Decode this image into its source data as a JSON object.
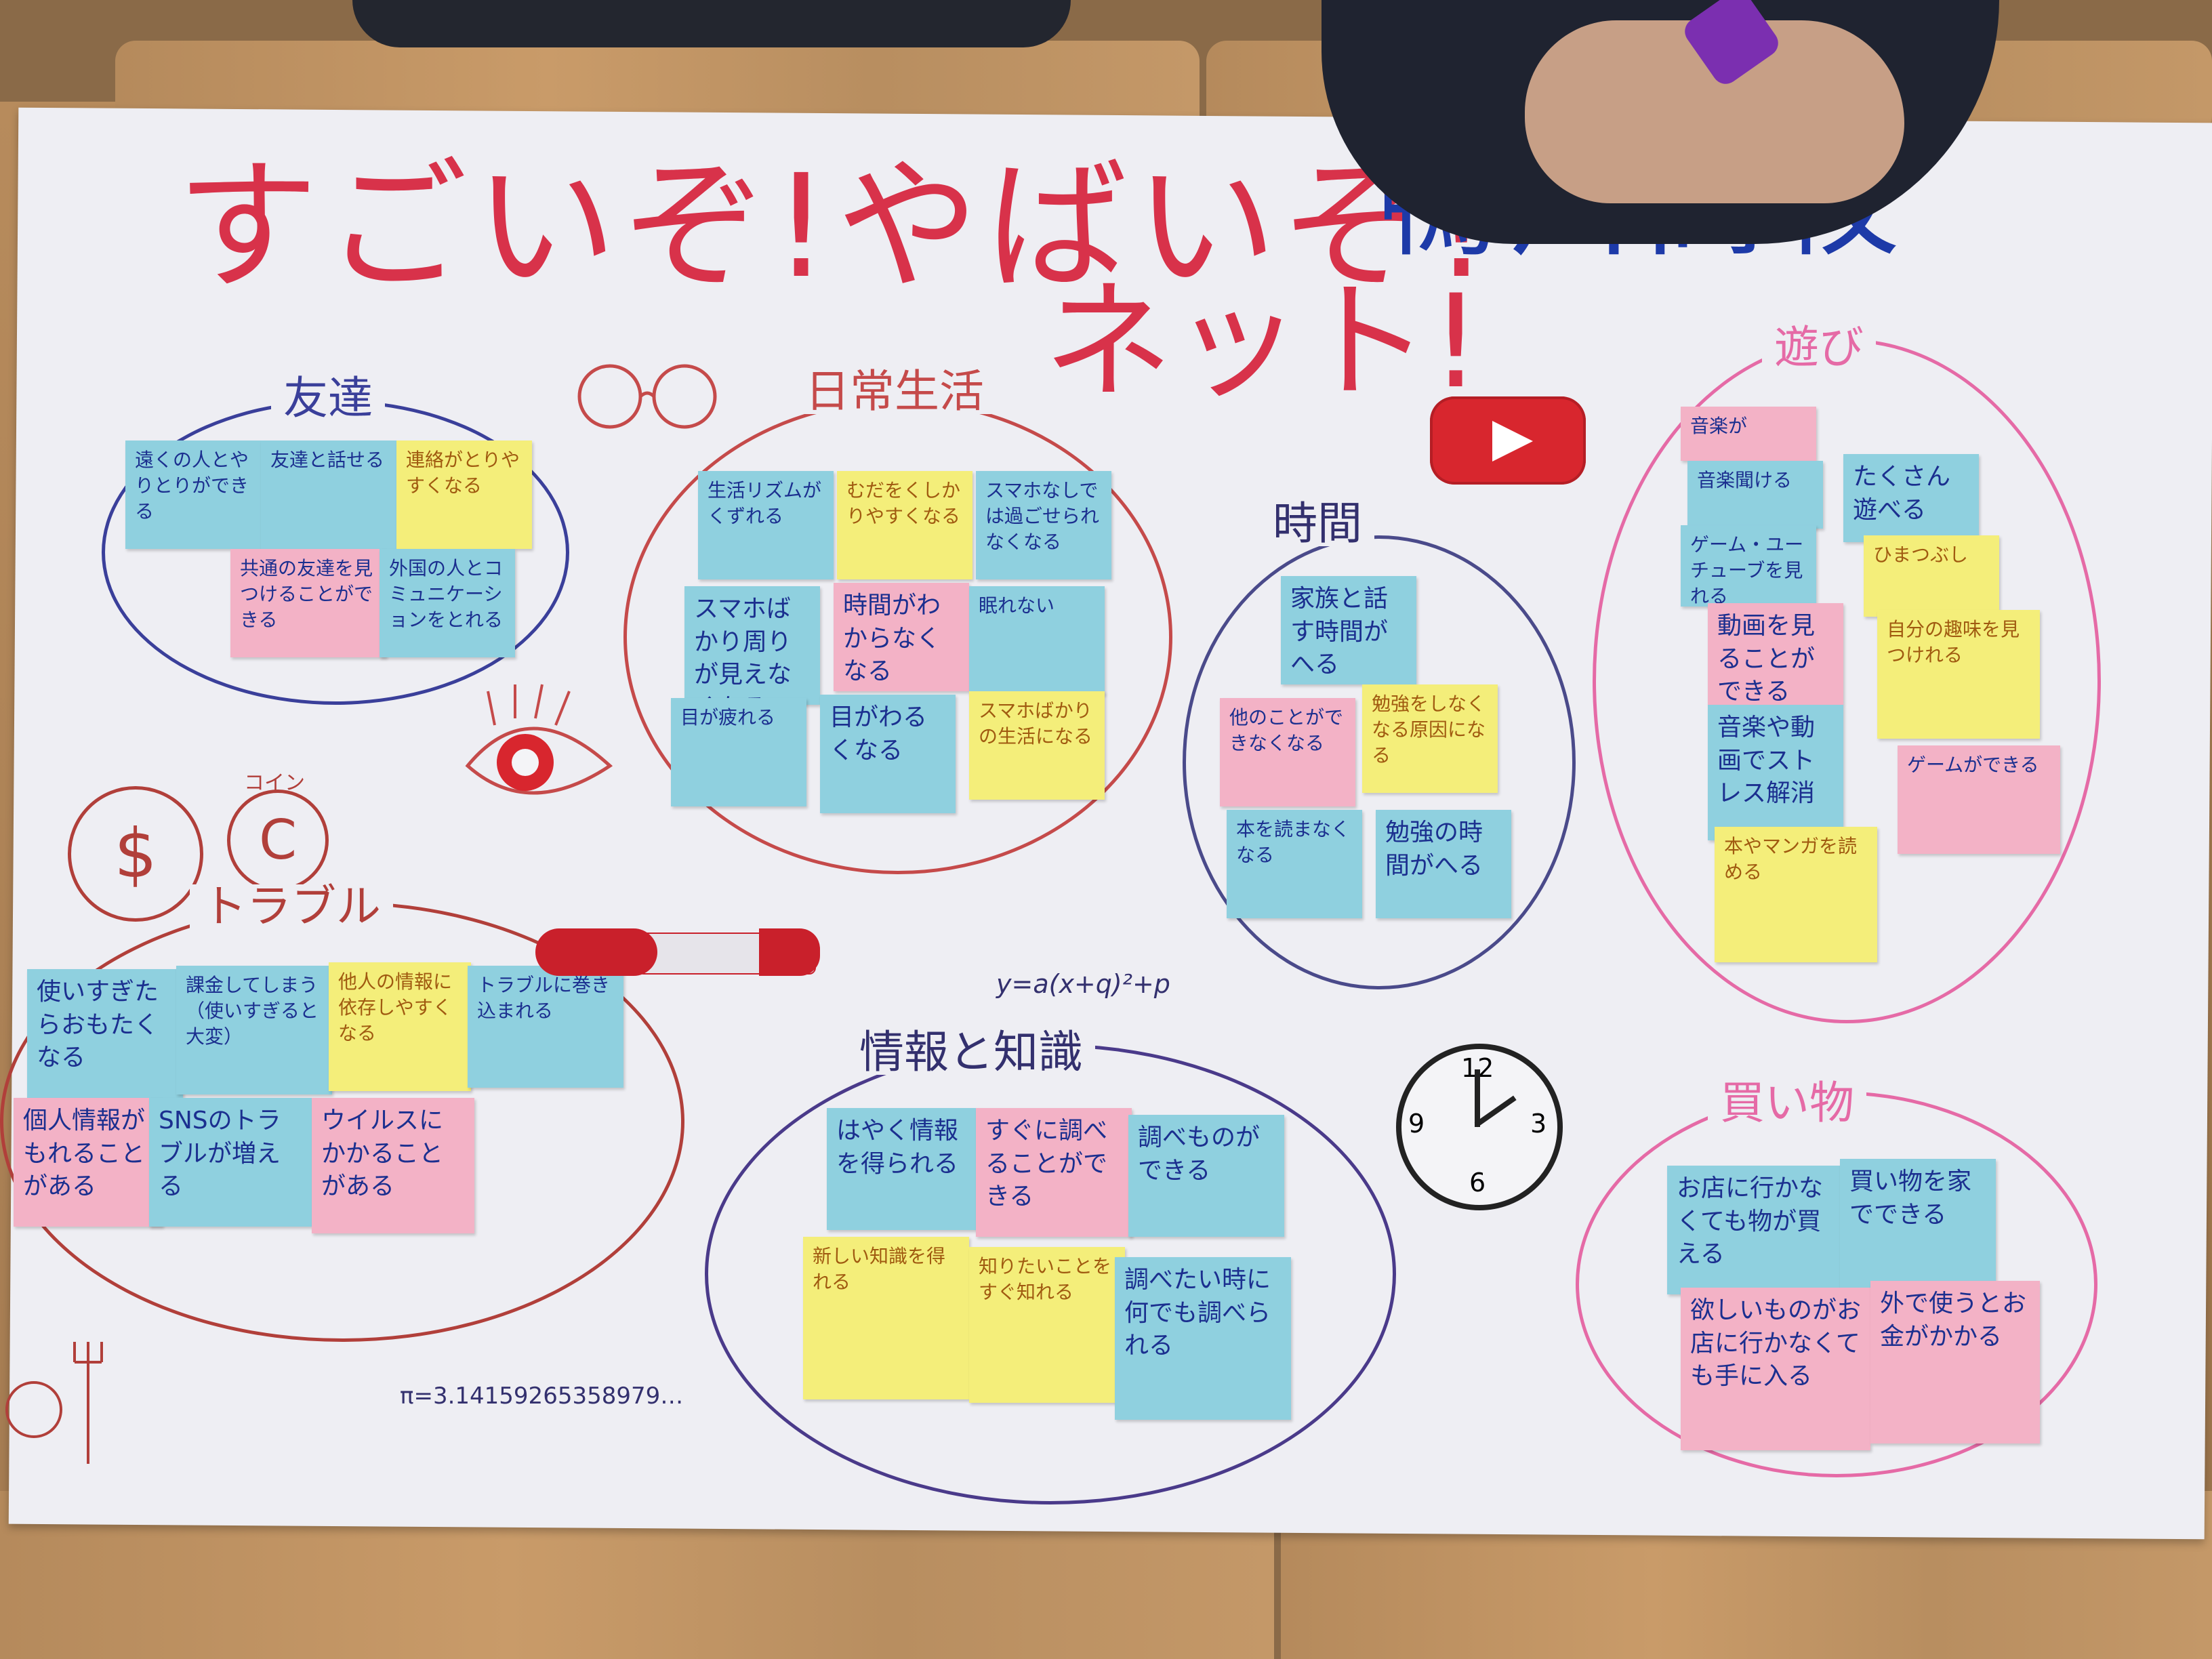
{
  "poster": {
    "title": "すごいぞ!やばいぞ!",
    "subtitle": "ネット!",
    "school": "鴨川高校",
    "formula": "y=a(x+q)²+p",
    "pi": "π=3.14159265358979…",
    "coin_label": "コイン",
    "dollar": "$",
    "coin": "C"
  },
  "groups": {
    "friends": {
      "label": "友達",
      "notes": [
        "遠くの人とやりとりができる",
        "友達と話せる",
        "連絡がとりやすくなる",
        "共通の友達を見つけることができる",
        "外国の人とコミュニケーションをとれる"
      ]
    },
    "daily": {
      "label": "日常生活",
      "notes": [
        "生活リズムがくずれる",
        "むだをくしかりやすくなる",
        "スマホなしでは過ごせられなくなる",
        "スマホばかり周りが見えなくなる",
        "時間がわからなくなる",
        "眠れない",
        "目が疲れる",
        "目がわるくなる",
        "スマホばかりの生活になる"
      ]
    },
    "time": {
      "label": "時間",
      "notes": [
        "家族と話す時間がへる",
        "他のことができなくなる",
        "勉強をしなくなる原因になる",
        "本を読まなくなる",
        "勉強の時間がへる"
      ]
    },
    "play": {
      "label": "遊び",
      "notes": [
        "音楽が",
        "音楽聞ける",
        "ゲーム・ユーチューブを見れる",
        "動画を見ることができる",
        "音楽や動画でストレス解消",
        "本やマンガを読める",
        "たくさん遊べる",
        "ひまつぶし",
        "自分の趣味を見つけれる",
        "ゲームができる"
      ]
    },
    "trouble": {
      "label": "トラブル",
      "notes": [
        "使いすぎたらおもたくなる",
        "課金してしまう（使いすぎると大変）",
        "他人の情報に依存しやすくなる",
        "トラブルに巻き込まれる",
        "個人情報がもれることがある",
        "SNSのトラブルが増える",
        "ウイルスにかかることがある"
      ]
    },
    "info": {
      "label": "情報と知識",
      "notes": [
        "はやく情報を得られる",
        "すぐに調べることができる",
        "調べものができる",
        "新しい知識を得れる",
        "知りたいことをすぐ知れる",
        "調べたい時に何でも調べられる"
      ]
    },
    "shopping": {
      "label": "買い物",
      "notes": [
        "お店に行かなくても物が買える",
        "買い物を家でできる",
        "欲しいものがお店に行かなくても手に入る",
        "外で使うとお金がかかる"
      ]
    }
  },
  "clock": {
    "n12": "12",
    "n3": "3",
    "n6": "6",
    "n9": "9"
  },
  "colors": {
    "red_ink": "#d8324a",
    "blue_ink": "#1d3aa8",
    "note_blue": "#8fd0df",
    "note_yellow": "#f4ee7a",
    "note_pink": "#f3b2c6"
  }
}
